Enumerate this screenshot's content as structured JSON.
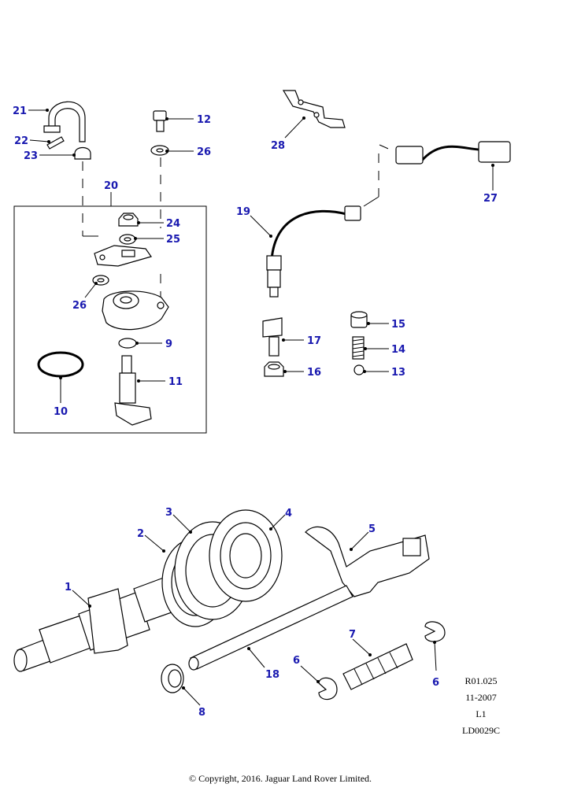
{
  "callouts": {
    "c1": "1",
    "c2": "2",
    "c3": "3",
    "c4": "4",
    "c5": "5",
    "c6a": "6",
    "c6b": "6",
    "c7": "7",
    "c8": "8",
    "c9": "9",
    "c10": "10",
    "c11": "11",
    "c12": "12",
    "c13": "13",
    "c14": "14",
    "c15": "15",
    "c16": "16",
    "c17": "17",
    "c18": "18",
    "c19": "19",
    "c20": "20",
    "c21": "21",
    "c22": "22",
    "c23": "23",
    "c24": "24",
    "c25": "25",
    "c26a": "26",
    "c26b": "26",
    "c27": "27",
    "c28": "28"
  },
  "reference": {
    "code": "R01.025",
    "date": "11-2007",
    "level": "L1",
    "drawing_id": "LD0029C"
  },
  "footer": {
    "copyright": "© Copyright, 2016. Jaguar Land Rover Limited."
  },
  "colors": {
    "callout": "#1a1ab0",
    "line": "#000000",
    "background": "#ffffff"
  }
}
